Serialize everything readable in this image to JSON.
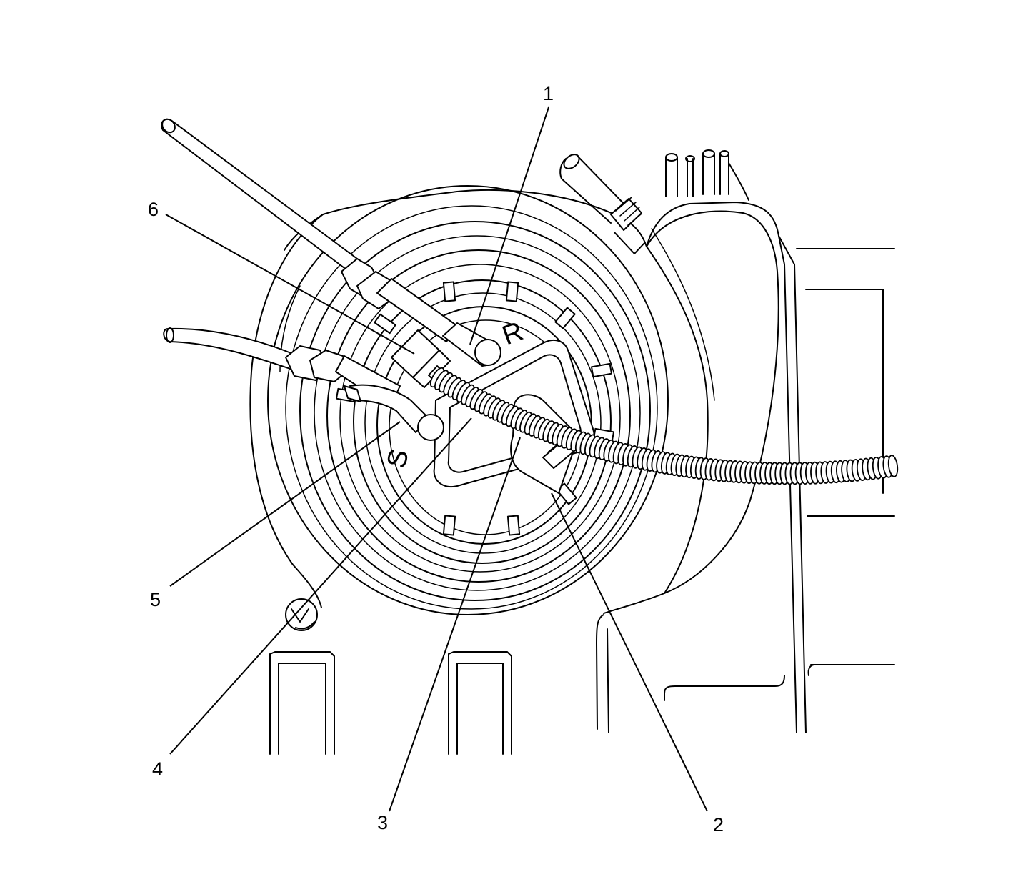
{
  "diagram": {
    "callouts": [
      {
        "id": "1",
        "label": "1"
      },
      {
        "id": "2",
        "label": "2"
      },
      {
        "id": "3",
        "label": "3"
      },
      {
        "id": "4",
        "label": "4"
      },
      {
        "id": "5",
        "label": "5"
      },
      {
        "id": "6",
        "label": "6"
      }
    ],
    "ports": {
      "return_label": "R",
      "supply_label": "S"
    }
  }
}
